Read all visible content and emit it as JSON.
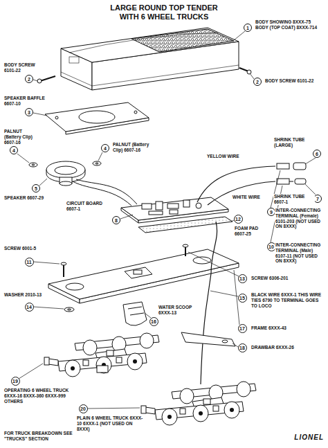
{
  "diagram": {
    "title": "LARGE ROUND TOP TENDER WITH 6 WHEEL TRUCKS",
    "nodes": [
      {
        "text": [
          "1"
        ]
      },
      {
        "text": [
          "2"
        ]
      },
      {
        "text": [
          "2"
        ]
      },
      {
        "text": [
          "3"
        ]
      },
      {
        "text": [
          "4"
        ]
      },
      {
        "text": [
          "4"
        ]
      },
      {
        "text": [
          "6"
        ]
      },
      {
        "text": [
          "5"
        ]
      },
      {
        "text": [
          "7"
        ]
      },
      {
        "text": [
          "8"
        ]
      },
      {
        "text": [
          "9"
        ]
      },
      {
        "text": [
          "12"
        ]
      },
      {
        "text": [
          "10"
        ]
      },
      {
        "text": [
          "11"
        ]
      },
      {
        "text": [
          "13"
        ]
      },
      {
        "text": [
          "14"
        ]
      },
      {
        "text": [
          "15"
        ]
      },
      {
        "text": [
          "16"
        ]
      },
      {
        "text": [
          "17"
        ]
      },
      {
        "text": [
          "18"
        ]
      },
      {
        "text": [
          "19"
        ]
      },
      {
        "text": [
          "20"
        ]
      }
    ],
    "labels": [
      "BODY SHOWING 8XXX-75 BODY (TOP COAT) 8XXX-714",
      "BODY SCREW 6101-22",
      "BODY SCREW 6101-22",
      "SPEAKER BAFFLE 6607-10",
      "PALNUT (Battery Clip) 6607-16",
      "PALNUT (Battery Clip) 6607-16",
      "SHRINK TUBE (LARGE)",
      "YELLOW WIRE",
      "SPEAKER 6607-29",
      "SHRINK TUBE 6607-1",
      "WHITE WIRE",
      "CIRCUIT BOARD 6607-1",
      "INTER-CONNECTING TERMINAL (Female) 6101-203 (NOT USED ON 8XXX)",
      "FOAM PAD 6607-25",
      "INTER-CONNECTING TERMINAL (Male) 6107-11 (NOT USED ON 8XXX)",
      "SCREW 6001-5",
      "SCREW 6306-201",
      "WASHER 2010-13",
      "BLACK WIRE 6XXX-1 THIS WIRE TIES 6790 TO TERMINAL GOES TO LOCO",
      "WATER SCOOP 6XXX-13",
      "FRAME 6XXX-43",
      "DRAWBAR 6XXX-26",
      "OPERATING 6 WHEEL TRUCK 6XXX-16 8XXX-360 6XXX-999 OTHERS",
      "PLAIN 6 WHEEL TRUCK 6XXX-10 6XXX-1 (NOT USED ON 8XXX)",
      "FOR TRUCK BREAKDOWN SEE \"TRUCKS\" SECTION",
      "LIONEL"
    ]
  }
}
